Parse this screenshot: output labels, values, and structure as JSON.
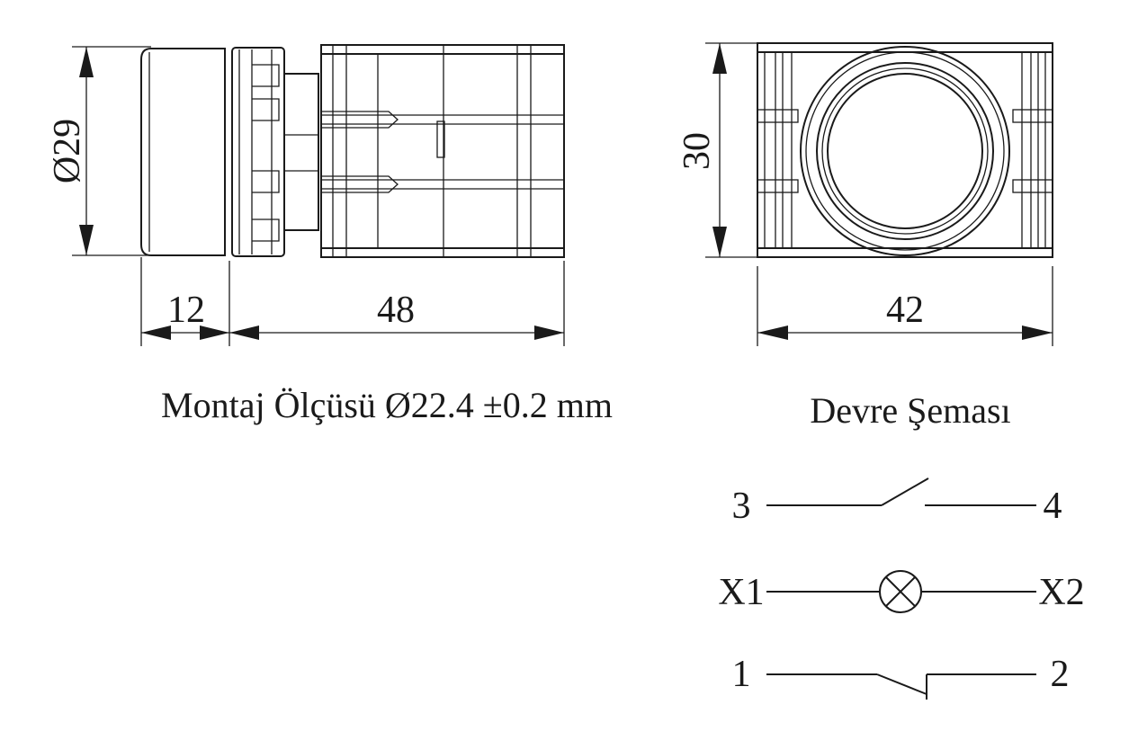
{
  "dimensions": {
    "diameter": "Ø29",
    "head_length": "12",
    "body_length": "48",
    "height": "30",
    "width": "42"
  },
  "captions": {
    "mounting": "Montaj Ölçüsü Ø22.4 ±0.2 mm",
    "circuit": "Devre Şeması"
  },
  "circuit": {
    "no_contact": {
      "left": "3",
      "right": "4"
    },
    "lamp": {
      "left": "X1",
      "right": "X2"
    },
    "nc_contact": {
      "left": "1",
      "right": "2"
    }
  }
}
